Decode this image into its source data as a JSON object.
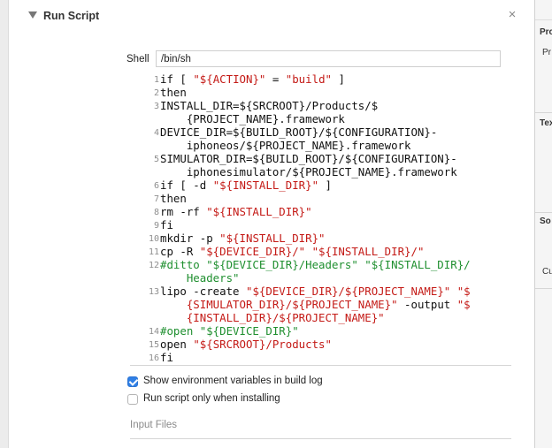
{
  "phase": {
    "title": "Run Script",
    "close_glyph": "×"
  },
  "shell": {
    "label": "Shell",
    "value": "/bin/sh"
  },
  "script_lines": [
    {
      "num": "1",
      "segments": [
        {
          "t": "if [ ",
          "c": ""
        },
        {
          "t": "\"${ACTION}\"",
          "c": "str"
        },
        {
          "t": " = ",
          "c": ""
        },
        {
          "t": "\"build\"",
          "c": "str"
        },
        {
          "t": " ]",
          "c": ""
        }
      ]
    },
    {
      "num": "2",
      "segments": [
        {
          "t": "then",
          "c": ""
        }
      ]
    },
    {
      "num": "3",
      "segments": [
        {
          "t": "INSTALL_DIR=${SRCROOT}/Products/$\n    {PROJECT_NAME}.framework",
          "c": ""
        }
      ]
    },
    {
      "num": "4",
      "segments": [
        {
          "t": "DEVICE_DIR=${BUILD_ROOT}/${CONFIGURATION}-\n    iphoneos/${PROJECT_NAME}.framework",
          "c": ""
        }
      ]
    },
    {
      "num": "5",
      "segments": [
        {
          "t": "SIMULATOR_DIR=${BUILD_ROOT}/${CONFIGURATION}-\n    iphonesimulator/${PROJECT_NAME}.framework",
          "c": ""
        }
      ]
    },
    {
      "num": "6",
      "segments": [
        {
          "t": "if [ -d ",
          "c": ""
        },
        {
          "t": "\"${INSTALL_DIR}\"",
          "c": "str"
        },
        {
          "t": " ]",
          "c": ""
        }
      ]
    },
    {
      "num": "7",
      "segments": [
        {
          "t": "then",
          "c": ""
        }
      ]
    },
    {
      "num": "8",
      "segments": [
        {
          "t": "rm -rf ",
          "c": ""
        },
        {
          "t": "\"${INSTALL_DIR}\"",
          "c": "str"
        }
      ]
    },
    {
      "num": "9",
      "segments": [
        {
          "t": "fi",
          "c": ""
        }
      ]
    },
    {
      "num": "10",
      "segments": [
        {
          "t": "mkdir -p ",
          "c": ""
        },
        {
          "t": "\"${INSTALL_DIR}\"",
          "c": "str"
        }
      ]
    },
    {
      "num": "11",
      "segments": [
        {
          "t": "cp -R ",
          "c": ""
        },
        {
          "t": "\"${DEVICE_DIR}/\"",
          "c": "str"
        },
        {
          "t": " ",
          "c": ""
        },
        {
          "t": "\"${INSTALL_DIR}/\"",
          "c": "str"
        }
      ]
    },
    {
      "num": "12",
      "segments": [
        {
          "t": "#ditto \"${DEVICE_DIR}/Headers\" \"${INSTALL_DIR}/\n    Headers\"",
          "c": "cmt"
        }
      ]
    },
    {
      "num": "13",
      "segments": [
        {
          "t": "lipo -create ",
          "c": ""
        },
        {
          "t": "\"${DEVICE_DIR}/${PROJECT_NAME}\"",
          "c": "str"
        },
        {
          "t": " ",
          "c": ""
        },
        {
          "t": "\"$\n    {SIMULATOR_DIR}/${PROJECT_NAME}\"",
          "c": "str"
        },
        {
          "t": " -output ",
          "c": ""
        },
        {
          "t": "\"$\n    {INSTALL_DIR}/${PROJECT_NAME}\"",
          "c": "str"
        }
      ]
    },
    {
      "num": "14",
      "segments": [
        {
          "t": "#open \"${DEVICE_DIR}\"",
          "c": "cmt"
        }
      ]
    },
    {
      "num": "15",
      "segments": [
        {
          "t": "open ",
          "c": ""
        },
        {
          "t": "\"${SRCROOT}/Products\"",
          "c": "str"
        }
      ]
    },
    {
      "num": "16",
      "segments": [
        {
          "t": "fi",
          "c": ""
        }
      ]
    }
  ],
  "options": {
    "show_env": {
      "label": "Show environment variables in build log",
      "checked": true
    },
    "run_only_installing": {
      "label": "Run script only when installing",
      "checked": false
    }
  },
  "input_files": {
    "label": "Input Files"
  },
  "inspector": {
    "section1_title": "Pro",
    "section1_text": "Pr",
    "section2_title": "Tex",
    "section3_title": "So",
    "section3_text": "Cu"
  },
  "colors": {
    "string": "#c41a16",
    "comment": "#1f8f2f",
    "checkbox_accent": "#2f7fe6"
  }
}
